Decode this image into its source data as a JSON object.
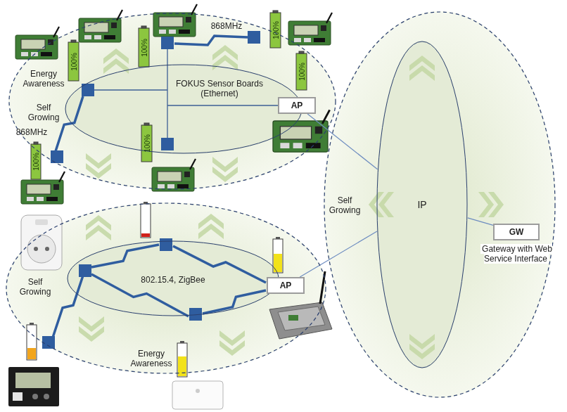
{
  "diagram": {
    "nodes": [
      {
        "text": [
          "Energy Awareness",
          "Self Growing"
        ]
      },
      {
        "text": [
          "FOKUS Sensor Boards (Ethernet)"
        ],
        "in": 0
      },
      {
        "text": [
          "AP"
        ],
        "in": 0
      },
      {
        "text": [
          "Self Growing",
          "Energy Awareness"
        ]
      },
      {
        "text": [
          "802.15.4, ZigBee"
        ],
        "in": 3
      },
      {
        "text": [
          "AP"
        ],
        "in": 3
      },
      {
        "text": [
          "Self Growing"
        ]
      },
      {
        "text": [
          "IP"
        ],
        "in": 6
      },
      {
        "text": [
          "GW",
          "Gateway with Web Service Interface"
        ],
        "in": 6
      }
    ],
    "edges": [
      {
        "from": 2,
        "to": 7,
        "arrow": "none"
      },
      {
        "from": 5,
        "to": 7,
        "arrow": "none"
      },
      {
        "from": 7,
        "to": 8,
        "arrow": "none"
      }
    ],
    "labels": [
      "868MHz",
      "100%",
      "100%",
      "100%",
      "100%",
      "868MHz",
      "100%",
      "100%"
    ]
  }
}
